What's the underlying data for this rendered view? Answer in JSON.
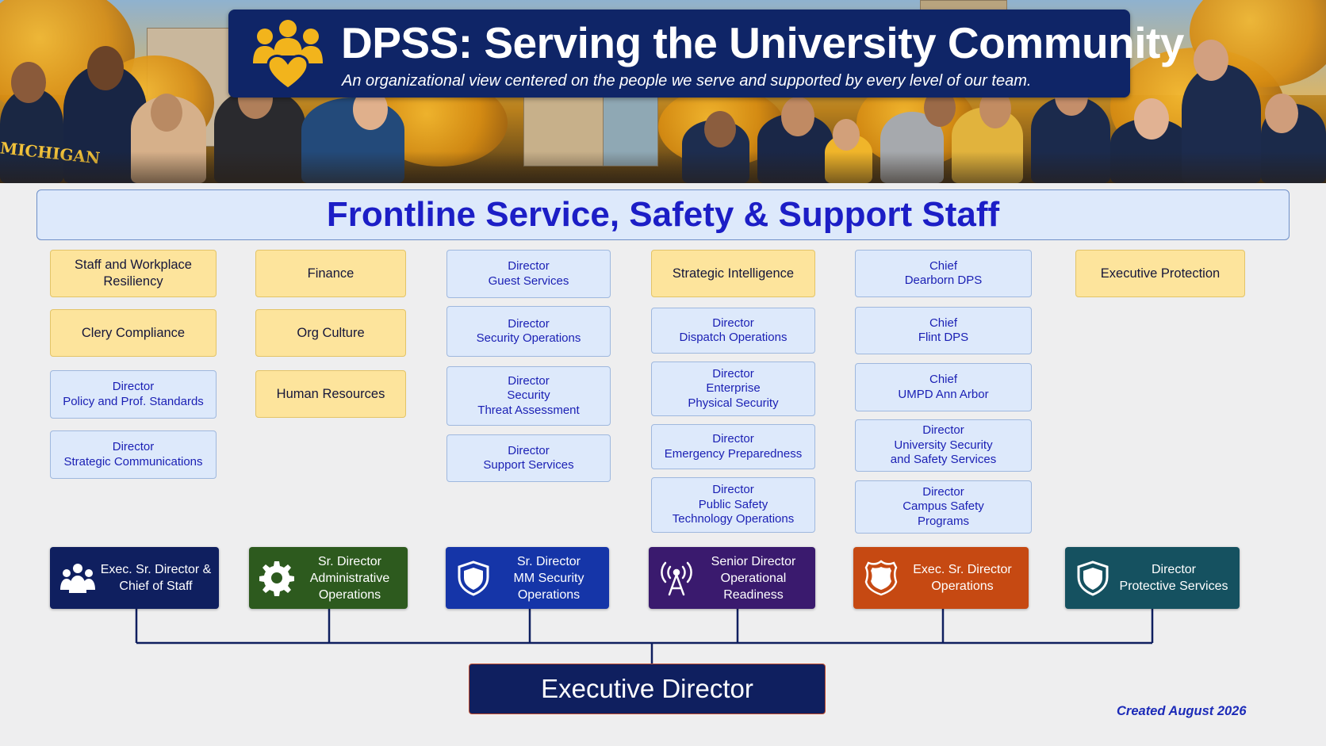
{
  "header": {
    "title": "DPSS: Serving the University Community",
    "subtitle": "An organizational view centered on the people we serve and supported by every level of our team.",
    "icon": "community-heart-icon",
    "photo_sign_text": "MICHIGAN"
  },
  "frontline_banner": "Frontline Service, Safety & Support Staff",
  "columns": [
    {
      "units": [
        {
          "label": "Staff and Workplace\nResiliency",
          "style": "yellow"
        },
        {
          "label": "Clery Compliance",
          "style": "yellow"
        },
        {
          "label": "Director\nPolicy and Prof. Standards",
          "style": "blue"
        },
        {
          "label": "Director\nStrategic Communications",
          "style": "blue"
        }
      ],
      "leader": {
        "label": "Exec. Sr. Director &\nChief of Staff",
        "icon": "people-group-icon",
        "color": "#0f1f5f"
      }
    },
    {
      "units": [
        {
          "label": "Finance",
          "style": "yellow"
        },
        {
          "label": "Org Culture",
          "style": "yellow"
        },
        {
          "label": "Human Resources",
          "style": "yellow"
        }
      ],
      "leader": {
        "label": "Sr. Director\nAdministrative\nOperations",
        "icon": "gear-icon",
        "color": "#2d5a1e"
      }
    },
    {
      "units": [
        {
          "label": "Director\nGuest Services",
          "style": "blue"
        },
        {
          "label": "Director\nSecurity Operations",
          "style": "blue"
        },
        {
          "label": "Director\nSecurity\nThreat Assessment",
          "style": "blue"
        },
        {
          "label": "Director\nSupport Services",
          "style": "blue"
        }
      ],
      "leader": {
        "label": "Sr. Director\nMM Security\nOperations",
        "icon": "shield-icon",
        "color": "#1535a8"
      }
    },
    {
      "units": [
        {
          "label": "Strategic Intelligence",
          "style": "yellow"
        },
        {
          "label": "Director\nDispatch Operations",
          "style": "blue"
        },
        {
          "label": "Director\nEnterprise\nPhysical Security",
          "style": "blue"
        },
        {
          "label": "Director\nEmergency Preparedness",
          "style": "blue"
        },
        {
          "label": "Director\nPublic Safety\nTechnology Operations",
          "style": "blue"
        }
      ],
      "leader": {
        "label": "Senior Director\nOperational\nReadiness",
        "icon": "radio-tower-icon",
        "color": "#3a1a6e"
      }
    },
    {
      "units": [
        {
          "label": "Chief\nDearborn DPS",
          "style": "blue"
        },
        {
          "label": "Chief\nFlint DPS",
          "style": "blue"
        },
        {
          "label": "Chief\nUMPD Ann Arbor",
          "style": "blue"
        },
        {
          "label": "Director\nUniversity Security\nand Safety Services",
          "style": "blue"
        },
        {
          "label": "Director\nCampus Safety\nPrograms",
          "style": "blue"
        }
      ],
      "leader": {
        "label": "Exec. Sr. Director\nOperations",
        "icon": "police-badge-icon",
        "color": "#c64912"
      }
    },
    {
      "units": [
        {
          "label": "Executive Protection",
          "style": "yellow"
        }
      ],
      "leader": {
        "label": "Director\nProtective Services",
        "icon": "shield-icon",
        "color": "#155160"
      }
    }
  ],
  "executive_director": "Executive Director",
  "footer": {
    "created": "Created August 2026"
  },
  "colors": {
    "header_navy": "#0f2567",
    "frontline_text": "#1c1ec6",
    "yellow_box": "#fde49c",
    "blue_box": "#dde9fb",
    "connector": "#0f1f5f",
    "accent_gold": "#f2b41c"
  }
}
